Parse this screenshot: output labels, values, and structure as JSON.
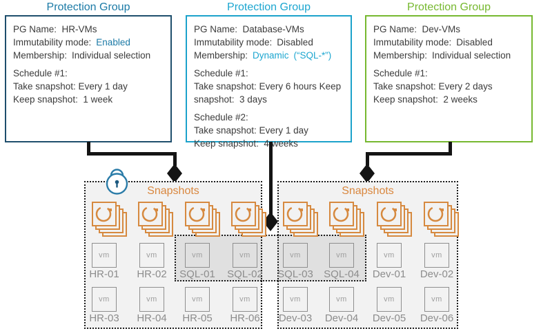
{
  "colors": {
    "group1_accent": "#1b7aa6",
    "group1_border": "#1e4e6c",
    "group2_accent": "#1ca6d0",
    "group3_accent": "#76b82f",
    "snapshots_orange": "#d9873e",
    "connector_black": "#141414",
    "vm_gray": "#8c8c8c"
  },
  "groups": [
    {
      "title": "Protection Group",
      "pg_line": "PG Name:  HR-VMs",
      "imm_label": "Immutability mode:",
      "imm_value": "Enabled",
      "mem_label": "Membership:",
      "mem_value": "Individual selection",
      "schedules": [
        {
          "title": "Schedule #1:",
          "l1": "Take snapshot: Every 1 day",
          "l2": "Keep snapshot:  1 week"
        }
      ]
    },
    {
      "title": "Protection Group",
      "pg_line": "PG Name:  Database-VMs",
      "imm_label": "Immutability mode:",
      "imm_value": "Disabled",
      "mem_label": "Membership:",
      "mem_value": "Dynamic",
      "mem_extra": "(“SQL-*”)",
      "schedules": [
        {
          "title": "Schedule #1:",
          "l1": "Take snapshot: Every 6 hours Keep",
          "l2": "snapshot:  3 days"
        },
        {
          "title": "Schedule #2:",
          "l1": "Take snapshot: Every 1 day",
          "l2": "Keep snapshot:  4 weeks"
        }
      ]
    },
    {
      "title": "Protection Group",
      "pg_line": "PG Name:  Dev-VMs",
      "imm_label": "Immutability mode:",
      "imm_value": "Disabled",
      "mem_label": "Membership:",
      "mem_value": "Individual selection",
      "schedules": [
        {
          "title": "Schedule #1:",
          "l1": "Take snapshot: Every 2 days",
          "l2": "Keep snapshot:  2 weeks"
        }
      ]
    }
  ],
  "snapshots": {
    "vm_glyph": "vm",
    "box_a": {
      "title": "Snapshots",
      "vms": [
        [
          "HR-01",
          "HR-02",
          "SQL-01",
          "SQL-02"
        ],
        [
          "HR-03",
          "HR-04",
          "HR-05",
          "HR-06"
        ]
      ]
    },
    "box_b": {
      "title": "Snapshots",
      "vms": [
        [
          "SQL-03",
          "SQL-04",
          "Dev-01",
          "Dev-02"
        ],
        [
          "Dev-03",
          "Dev-04",
          "Dev-05",
          "Dev-06"
        ]
      ]
    }
  }
}
